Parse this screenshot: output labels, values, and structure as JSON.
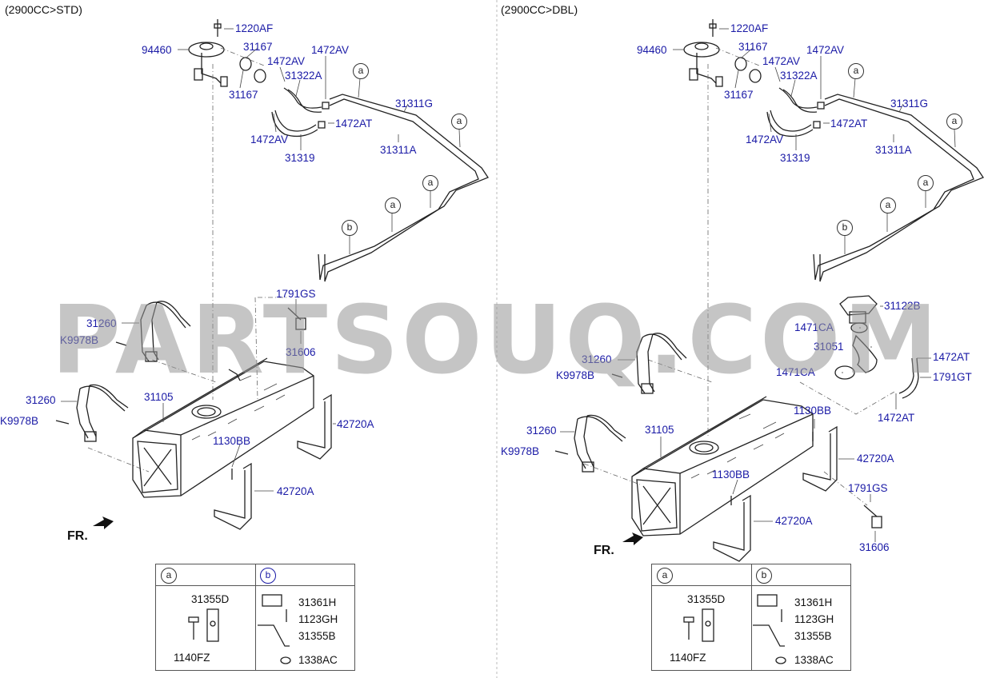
{
  "panels": [
    {
      "title": "(2900CC>STD)",
      "callouts": [
        "1220AF",
        "94460",
        "31167",
        "31167",
        "1472AV",
        "1472AV",
        "31322A",
        "1472AV",
        "1472AT",
        "31319",
        "31311G",
        "31311A",
        "1791GS",
        "31606",
        "31260",
        "K9978B",
        "31260",
        "K9978B",
        "31105",
        "1130BB",
        "42720A",
        "42720A"
      ],
      "circle_labels": [
        "a",
        "a",
        "a",
        "a",
        "b"
      ],
      "front_label": "FR.",
      "legend": {
        "headers": [
          "a",
          "b"
        ],
        "a_parts": [
          "31355D",
          "1140FZ"
        ],
        "b_parts": [
          "31361H",
          "1123GH",
          "31355B",
          "1338AC"
        ]
      }
    },
    {
      "title": "(2900CC>DBL)",
      "callouts": [
        "1220AF",
        "94460",
        "31167",
        "31167",
        "1472AV",
        "1472AV",
        "31322A",
        "1472AV",
        "1472AT",
        "31319",
        "31311G",
        "31311A",
        "31122B",
        "1471CA",
        "31051",
        "1471CA",
        "1472AT",
        "1791GT",
        "1472AT",
        "31260",
        "K9978B",
        "1130BB",
        "31260",
        "K9978B",
        "31105",
        "42720A",
        "1130BB",
        "42720A",
        "1791GS",
        "31606"
      ],
      "circle_labels": [
        "a",
        "a",
        "a",
        "a",
        "b"
      ],
      "front_label": "FR.",
      "legend": {
        "headers": [
          "a",
          "b"
        ],
        "a_parts": [
          "31355D",
          "1140FZ"
        ],
        "b_parts": [
          "31361H",
          "1123GH",
          "31355B",
          "1338AC"
        ]
      }
    }
  ],
  "watermark": "PARTSOUQ.COM",
  "colors": {
    "callout": "#1a1aa6",
    "line": "#222222",
    "watermark": "#969696"
  }
}
